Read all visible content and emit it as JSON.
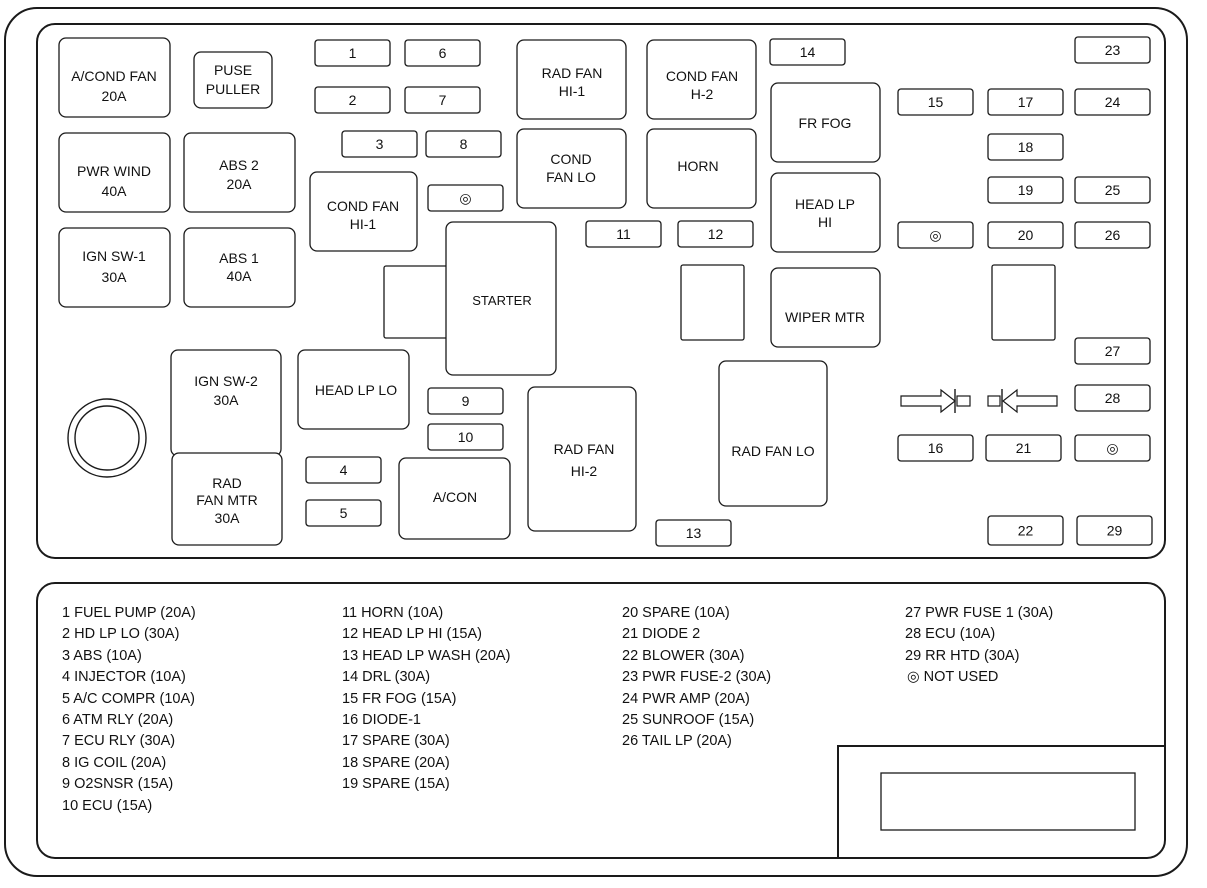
{
  "fuse_box": {
    "cells": {
      "acond_fan": [
        "A/COND FAN",
        "20A"
      ],
      "puse_puller": [
        "PUSE",
        "PULLER"
      ],
      "pwr_wind": [
        "PWR WIND",
        "40A"
      ],
      "abs2": [
        "ABS  2",
        "20A"
      ],
      "ign_sw1": [
        "IGN SW-1",
        "30A"
      ],
      "abs1": [
        "ABS 1",
        "40A"
      ],
      "cond_fan_hi1": [
        "COND FAN",
        "HI-1"
      ],
      "rad_fan_hi1": [
        "RAD FAN",
        "HI-1"
      ],
      "cond_fan_h2": [
        "COND FAN",
        "H-2"
      ],
      "cond_fan_lo": [
        "COND",
        "FAN LO"
      ],
      "horn": [
        "HORN"
      ],
      "fr_fog": [
        "FR FOG"
      ],
      "head_lp_hi": [
        "HEAD  LP",
        "HI"
      ],
      "starter": [
        "STARTER"
      ],
      "wiper_mtr": [
        "WIPER MTR"
      ],
      "ign_sw2": [
        "IGN SW-2",
        "30A"
      ],
      "head_lp_lo": [
        "HEAD LP LO"
      ],
      "rad_fan_hi2": [
        "RAD FAN",
        "HI-2"
      ],
      "rad_fan_lo": [
        "RAD  FAN LO"
      ],
      "rad_fan_mtr": [
        "RAD",
        "FAN MTR",
        "30A"
      ],
      "acon": [
        "A/CON"
      ]
    },
    "fuse_numbers": [
      "1",
      "2",
      "3",
      "4",
      "5",
      "6",
      "7",
      "8",
      "9",
      "10",
      "11",
      "12",
      "13",
      "14",
      "15",
      "16",
      "17",
      "18",
      "19",
      "20",
      "21",
      "22",
      "23",
      "24",
      "25",
      "26",
      "27",
      "28",
      "29"
    ],
    "unused_symbol": "◎"
  },
  "legend": {
    "col1": [
      "1 FUEL PUMP (20A)",
      "2 HD LP LO (30A)",
      "3 ABS (10A)",
      "4 INJECTOR (10A)",
      "5 A/C COMPR (10A)",
      "6 ATM RLY (20A)",
      "7 ECU RLY (30A)",
      "8 IG COIL (20A)",
      "9 O2SNSR (15A)",
      "10 ECU (15A)"
    ],
    "col2": [
      "11 HORN (10A)",
      "12 HEAD LP HI (15A)",
      "13 HEAD LP WASH (20A)",
      "14 DRL (30A)",
      "15 FR FOG (15A)",
      "16 DIODE-1",
      "17 SPARE (30A)",
      "18 SPARE (20A)",
      "19 SPARE (15A)"
    ],
    "col3": [
      "20 SPARE (10A)",
      "21 DIODE 2",
      "22 BLOWER (30A)",
      "23 PWR FUSE-2 (30A)",
      "24 PWR AMP (20A)",
      "25 SUNROOF (15A)",
      "26 TAIL LP (20A)"
    ],
    "col4": [
      "27 PWR FUSE 1 (30A)",
      "28 ECU (10A)",
      "29 RR HTD (30A)"
    ],
    "not_used": "◎ NOT USED"
  }
}
